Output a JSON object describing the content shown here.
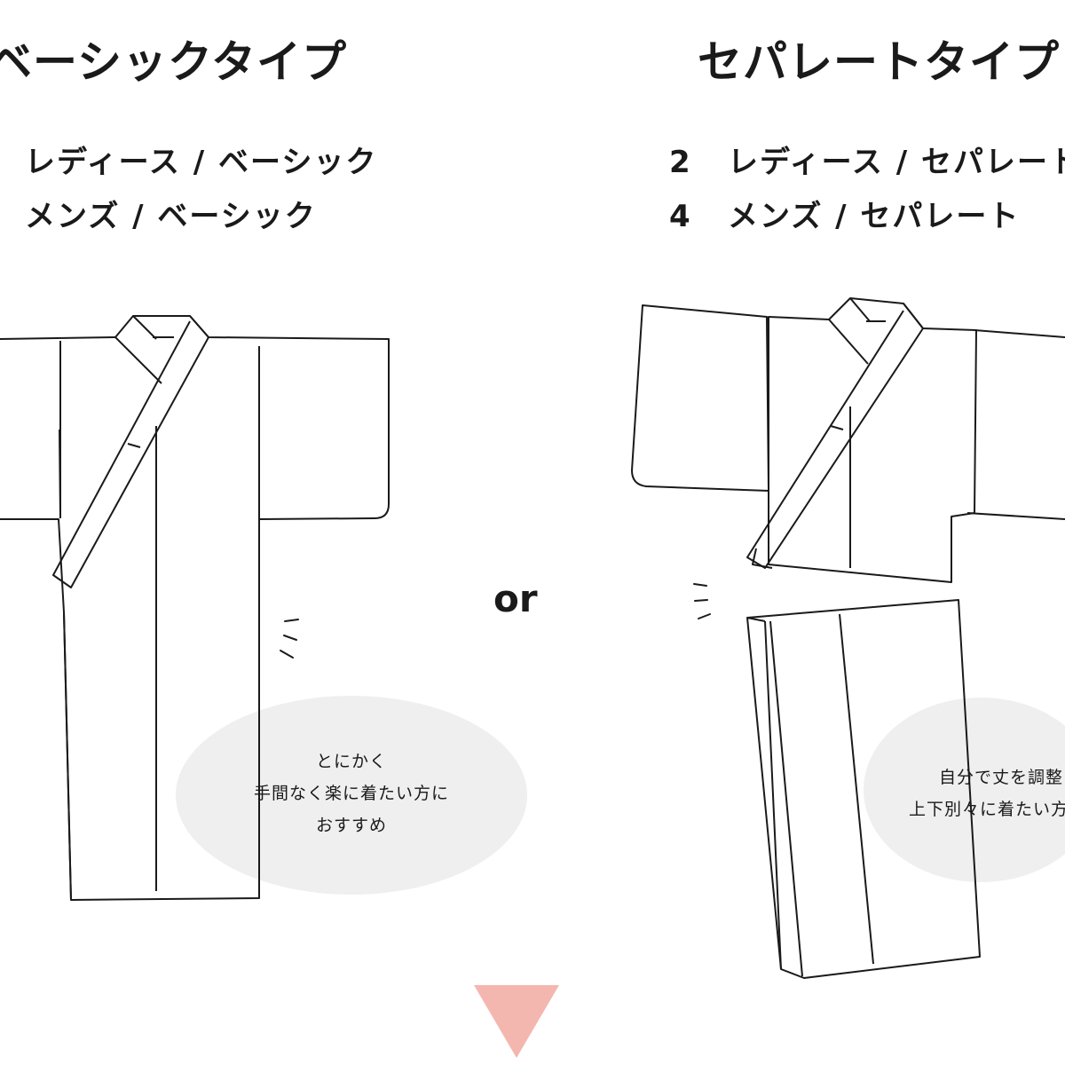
{
  "left": {
    "title": "ベーシックタイプ",
    "items": [
      {
        "label": "レディース / ベーシック"
      },
      {
        "label": "メンズ / ベーシック"
      }
    ],
    "bubble_lines": [
      "とにかく",
      "手間なく楽に着たい方に",
      "おすすめ"
    ]
  },
  "right": {
    "title": "セパレートタイプ",
    "items": [
      {
        "number": "2",
        "label": "レディース / セパレート"
      },
      {
        "number": "4",
        "label": "メンズ / セパレート"
      }
    ],
    "bubble_lines": [
      "自分で丈を調整",
      "上下別々に着たい方"
    ]
  },
  "connector": "or",
  "colors": {
    "bubble": "#efefef",
    "arrow": "#f4b7b0",
    "ink": "#1a1a1a"
  },
  "icons": [
    "down-arrow-icon",
    "motion-lines-icon"
  ]
}
